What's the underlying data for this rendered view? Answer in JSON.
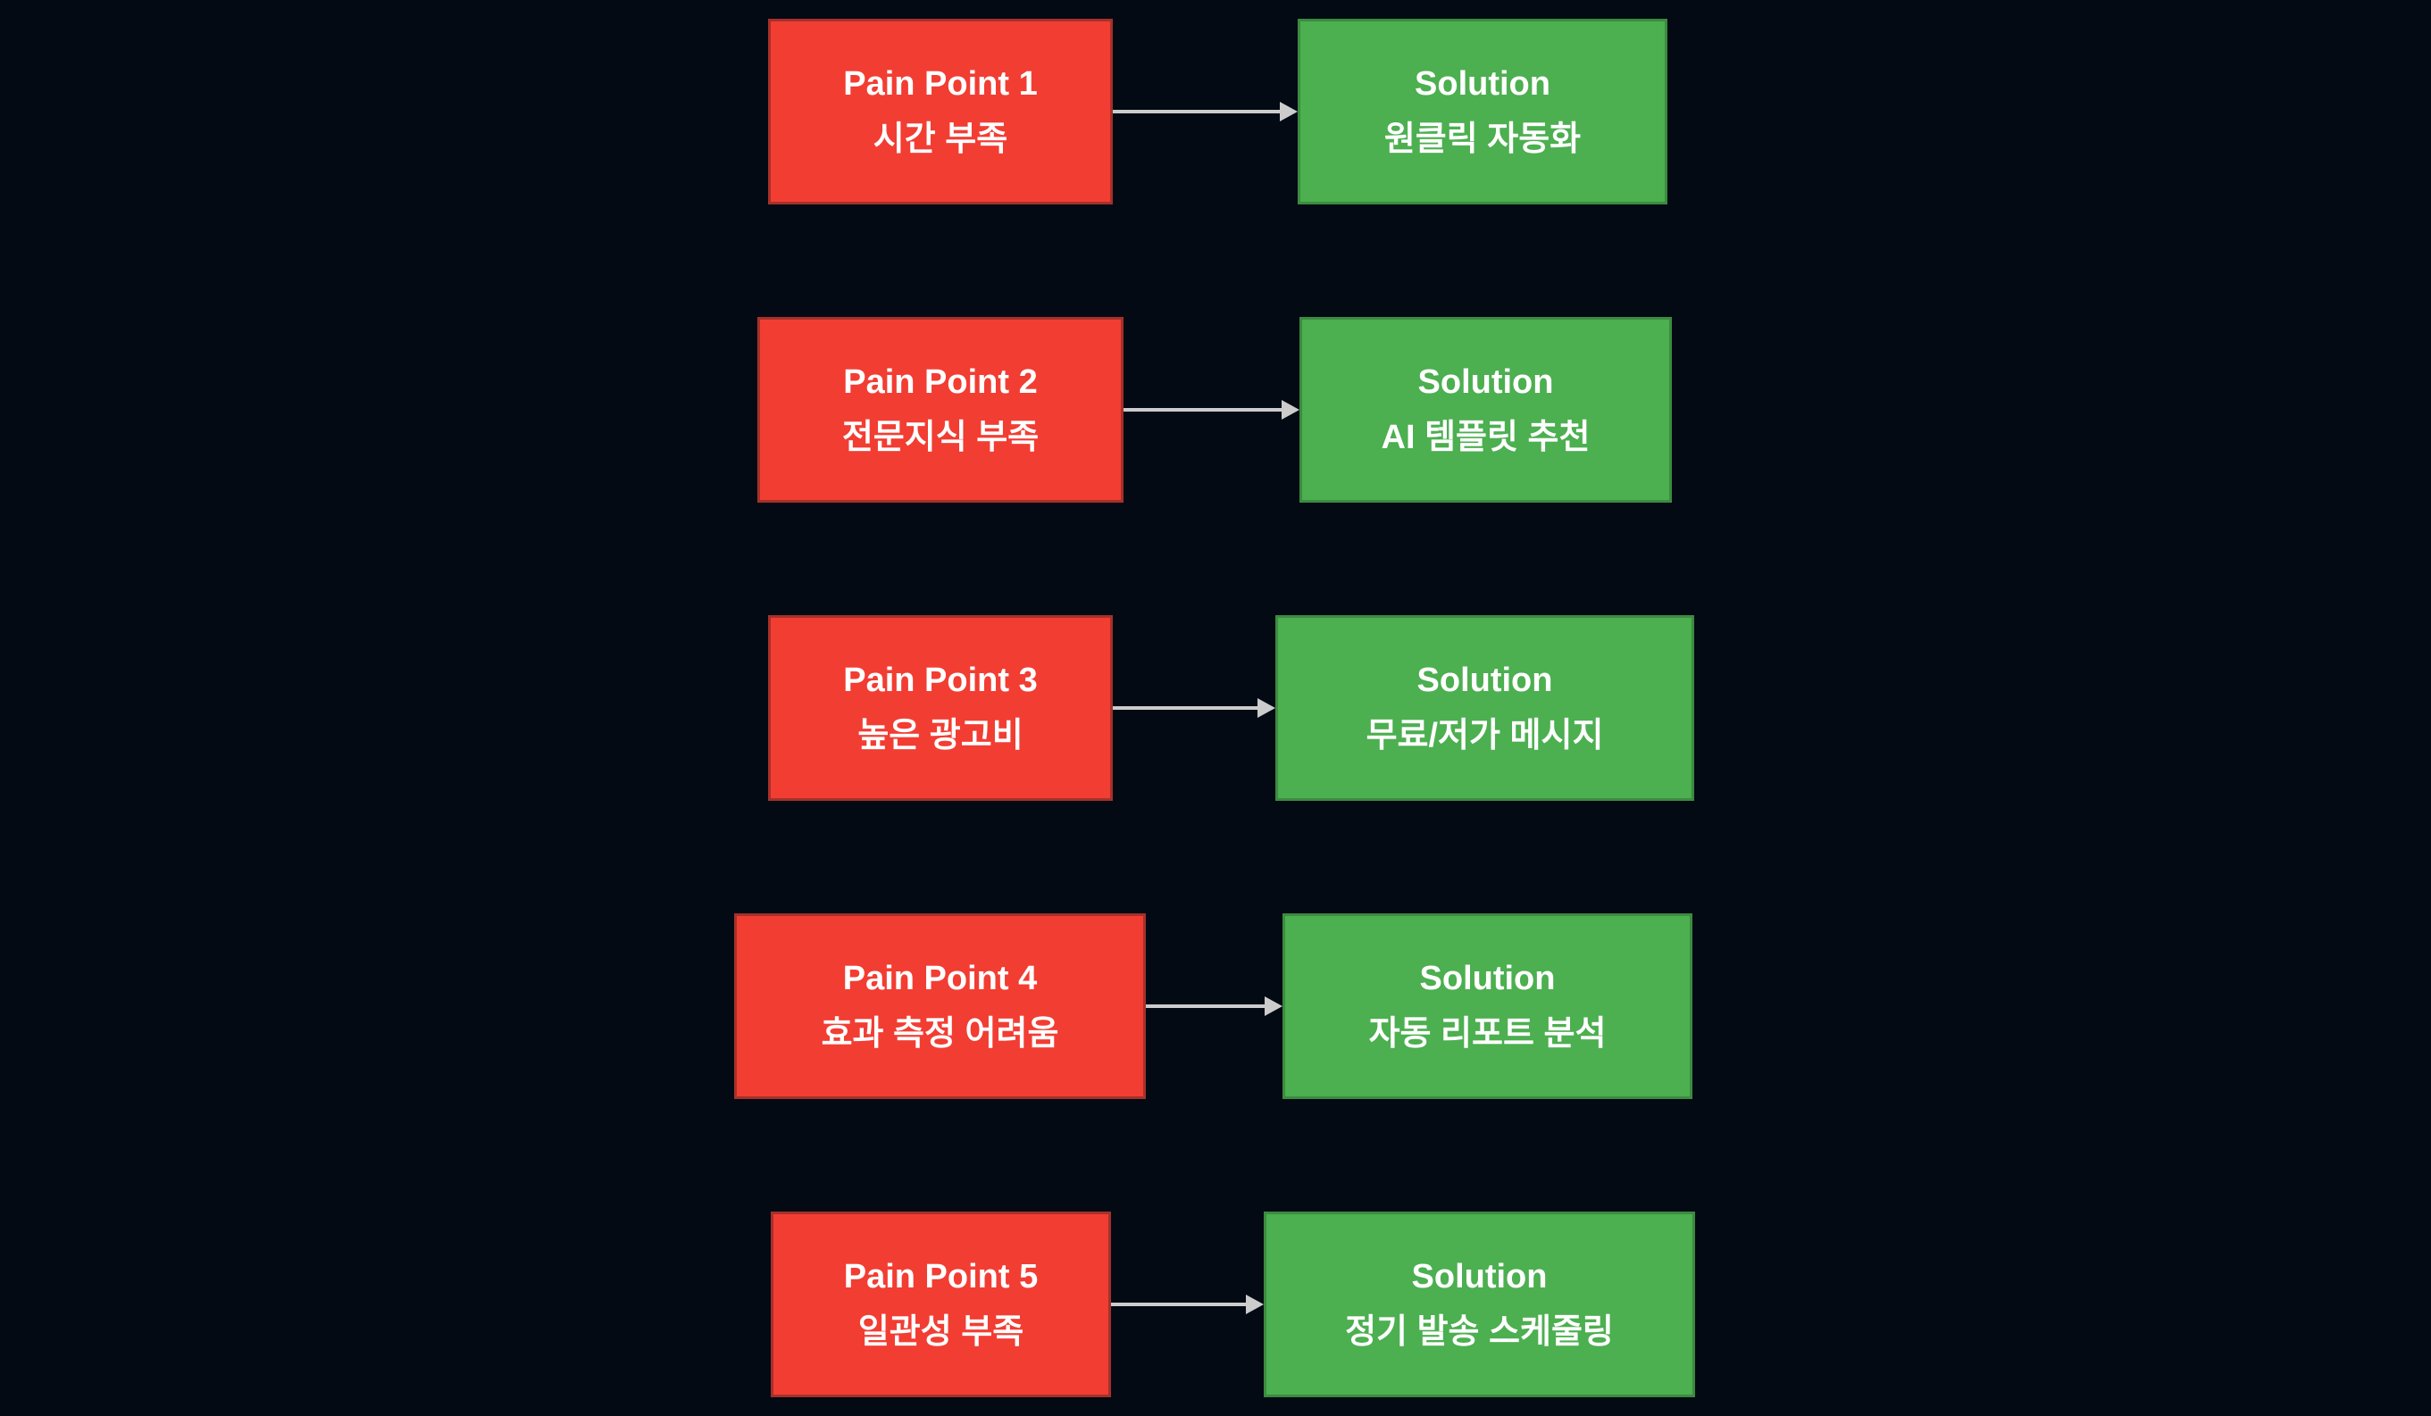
{
  "diagram": {
    "description": "Pain point to solution mapping diagram",
    "colors": {
      "background": "#030a14",
      "pain_fill": "#f23d33",
      "pain_border": "#a5312b",
      "solution_fill": "#4caf50",
      "solution_border": "#3c8b40",
      "arrow": "#cccccc",
      "text": "#ffffff"
    },
    "rows": [
      {
        "pain_title": "Pain Point 1",
        "pain_detail": "시간 부족",
        "solution_title": "Solution",
        "solution_detail": "원클릭 자동화"
      },
      {
        "pain_title": "Pain Point 2",
        "pain_detail": "전문지식 부족",
        "solution_title": "Solution",
        "solution_detail": "AI 템플릿 추천"
      },
      {
        "pain_title": "Pain Point 3",
        "pain_detail": "높은 광고비",
        "solution_title": "Solution",
        "solution_detail": "무료/저가 메시지"
      },
      {
        "pain_title": "Pain Point 4",
        "pain_detail": "효과 측정 어려움",
        "solution_title": "Solution",
        "solution_detail": "자동 리포트 분석"
      },
      {
        "pain_title": "Pain Point 5",
        "pain_detail": "일관성 부족",
        "solution_title": "Solution",
        "solution_detail": "정기 발송 스케줄링"
      }
    ]
  }
}
